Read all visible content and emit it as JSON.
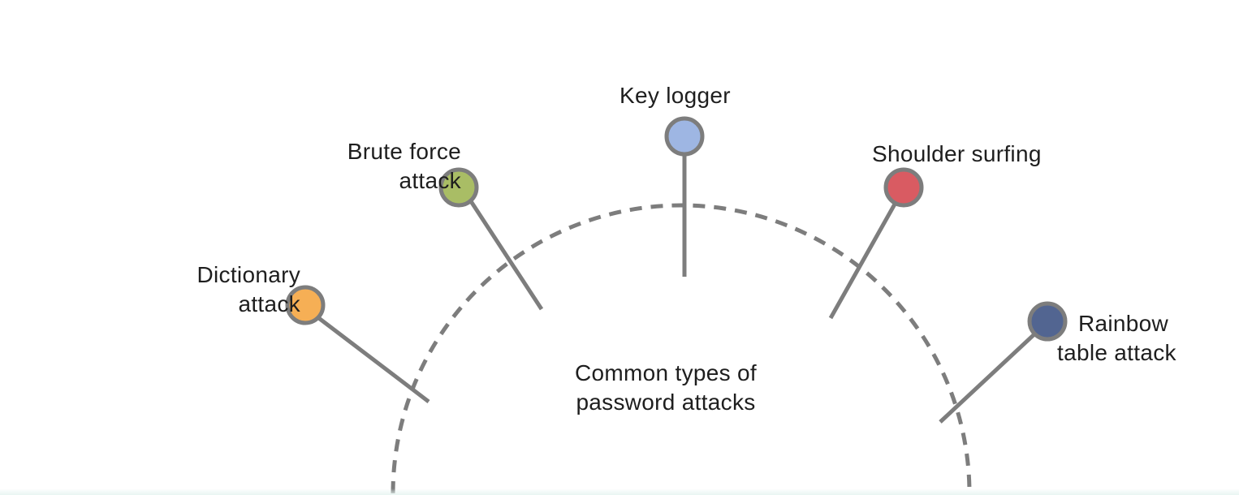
{
  "center": {
    "line1": "Common types of",
    "line2": "password attacks"
  },
  "nodes": [
    {
      "id": "dictionary",
      "line1": "Dictionary",
      "line2": "attack",
      "color": "#F6AF55"
    },
    {
      "id": "brute",
      "line1": "Brute force",
      "line2": "attack",
      "color": "#A9BD65"
    },
    {
      "id": "keylogger",
      "line1": "Key logger",
      "line2": "",
      "color": "#9EB6E3"
    },
    {
      "id": "shoulder",
      "line1": "Shoulder surfing",
      "line2": "",
      "color": "#D95B62"
    },
    {
      "id": "rainbow",
      "line1": "Rainbow",
      "line2": "table attack",
      "color": "#526591"
    }
  ],
  "style": {
    "stroke_color": "#7d7d7d",
    "background": "#ffffff"
  }
}
